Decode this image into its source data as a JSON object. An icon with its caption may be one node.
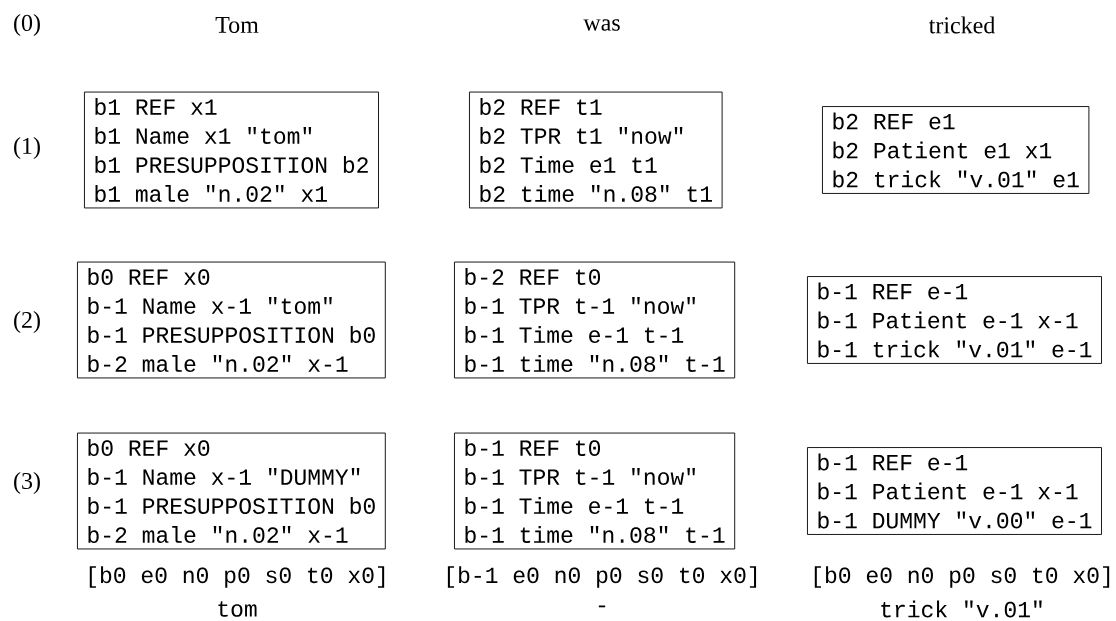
{
  "diagram": {
    "nodes": [
      {
        "text": [
          "b1 REF x1",
          "b1 Name x1 \"tom\"",
          "b1 PRESUPPOSITION b2",
          "b1 male \"n.02\" x1"
        ]
      },
      {
        "text": [
          "b2 REF t1",
          "b2 TPR t1 \"now\"",
          "b2 Time e1 t1",
          "b2 time \"n.08\" t1"
        ]
      },
      {
        "text": [
          "b2 REF e1",
          "b2 Patient e1 x1",
          "b2 trick \"v.01\" e1"
        ]
      },
      {
        "text": [
          "b0 REF x0",
          "b-1 Name x-1 \"tom\"",
          "b-1 PRESUPPOSITION b0",
          "b-2 male \"n.02\" x-1"
        ]
      },
      {
        "text": [
          "b-2 REF t0",
          "b-1 TPR t-1 \"now\"",
          "b-1 Time e-1 t-1",
          "b-1 time \"n.08\" t-1"
        ]
      },
      {
        "text": [
          "b-1 REF e-1",
          "b-1 Patient e-1 x-1",
          "b-1 trick \"v.01\" e-1"
        ]
      },
      {
        "text": [
          "b0 REF x0",
          "b-1 Name x-1 \"DUMMY\"",
          "b-1 PRESUPPOSITION b0",
          "b-2 male \"n.02\" x-1"
        ]
      },
      {
        "text": [
          "b-1 REF t0",
          "b-1 TPR t-1 \"now\"",
          "b-1 Time e-1 t-1",
          "b-1 time \"n.08\" t-1"
        ]
      },
      {
        "text": [
          "b-1 REF e-1",
          "b-1 Patient e-1 x-1",
          "b-1 DUMMY \"v.00\" e-1"
        ]
      }
    ],
    "labels": [
      "(0)",
      "Tom",
      "was",
      "tricked",
      "(1)",
      "(2)",
      "(3)",
      "[b0 e0 n0 p0 s0 t0 x0]",
      "[b-1 e0 n0 p0 s0 t0 x0]",
      "[b0 e0 n0 p0 s0 t0 x0]",
      "tom",
      "-",
      "trick \"v.01\""
    ]
  }
}
